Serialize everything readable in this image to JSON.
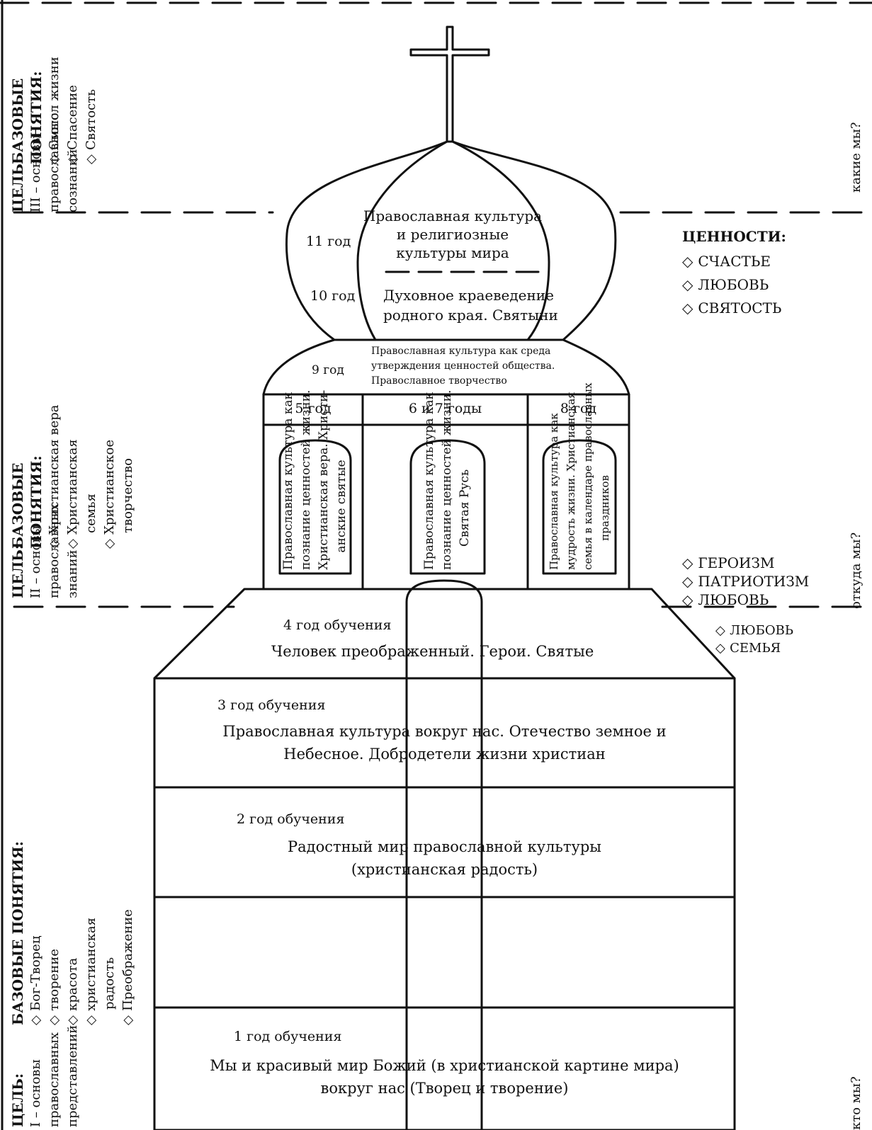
{
  "left": {
    "band3": {
      "goal_head": "ЦЕЛЬ:",
      "goal_lines": [
        "III – основы",
        "православного",
        "сознаний"
      ],
      "concepts_head_1": "БАЗОВЫЕ",
      "concepts_head_2": "ПОНЯТИЯ:",
      "concepts": [
        "Смысл жизни",
        "Спасение",
        "Святость"
      ]
    },
    "band2": {
      "goal_head": "ЦЕЛЬ:",
      "goal_lines": [
        "II – основы",
        "православных",
        "знаний"
      ],
      "concepts_head_1": "БАЗОВЫЕ",
      "concepts_head_2": "ПОНЯТИЯ:",
      "concepts": [
        "Христианская вера",
        "Христианская",
        "семья",
        "Христианское",
        "творчество"
      ]
    },
    "band1": {
      "goal_head": "ЦЕЛЬ:",
      "goal_lines": [
        "I – основы",
        "православных",
        "представлений"
      ],
      "concepts_head": "БАЗОВЫЕ ПОНЯТИЯ:",
      "concepts": [
        "Бог-Творец",
        "творение",
        "красота",
        "христианская",
        "радость",
        "Преображение"
      ]
    }
  },
  "right": {
    "q_top": "какие мы?",
    "q_mid": "откуда мы?",
    "q_bot": "кто мы?",
    "values_head": "ЦЕННОСТИ:",
    "values_top": [
      "СЧАСТЬЕ",
      "ЛЮБОВЬ",
      "СВЯТОСТЬ"
    ],
    "values_mid": [
      "ГЕРОИЗМ",
      "ПАТРИОТИЗМ",
      "ЛЮБОВЬ"
    ],
    "values_bot": [
      "ЛЮБОВЬ",
      "СЕМЬЯ"
    ]
  },
  "dome": {
    "year11": "11 год",
    "year10": "10 год",
    "text11": [
      "Православная культура",
      "и религиозные",
      "культуры мира"
    ],
    "text10": [
      "Духовное краеведение",
      "родного края. Святыни"
    ]
  },
  "drum": {
    "year9": "9 год",
    "text9": [
      "Православная культура как среда",
      "утверждения ценностей общества.",
      "Православное творчество"
    ]
  },
  "columns": {
    "heads": [
      "5 год",
      "6 и 7 годы",
      "8 год"
    ],
    "col1": [
      "Православная культура как",
      "познание ценностей жизни.",
      "Христианская вера. Христи-",
      "анские святые"
    ],
    "col2": [
      "Православная культура как",
      "познание ценностей жизни.",
      "Святая Русь"
    ],
    "col3": [
      "Православная культура как",
      "мудрость жизни. Христианская",
      "семья в календаре православных",
      "праздников"
    ]
  },
  "base": {
    "y4_label": "4 год обучения",
    "y4_text": "Человек преображенный. Герои. Святые",
    "y3_label": "3 год обучения",
    "y3_text": [
      "Православная культура вокруг нас. Отечество земное и",
      "Небесное. Добродетели жизни христиан"
    ],
    "y2_label": "2 год обучения",
    "y2_text": [
      "Радостный мир православной культуры",
      "(христианская радость)"
    ],
    "y1_label": "1 год обучения",
    "y1_text": [
      "Мы и красивый мир Божий (в христианской картине мира)",
      "вокруг нас (Творец и творение)"
    ]
  }
}
